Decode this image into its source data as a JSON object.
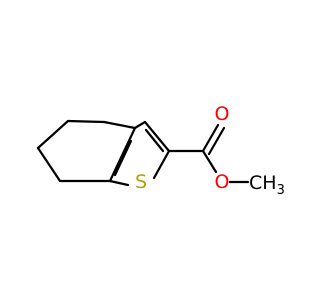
{
  "molecule": {
    "atoms": {
      "sulfur": {
        "label": "S",
        "color": "#b8a000"
      },
      "carbonyl_oxygen": {
        "label": "O",
        "color": "#ff0000"
      },
      "ester_oxygen": {
        "label": "O",
        "color": "#ff0000"
      },
      "methyl": {
        "label": "CH",
        "subscript": "3",
        "color": "#000000"
      }
    },
    "bond_color": "#000000"
  }
}
